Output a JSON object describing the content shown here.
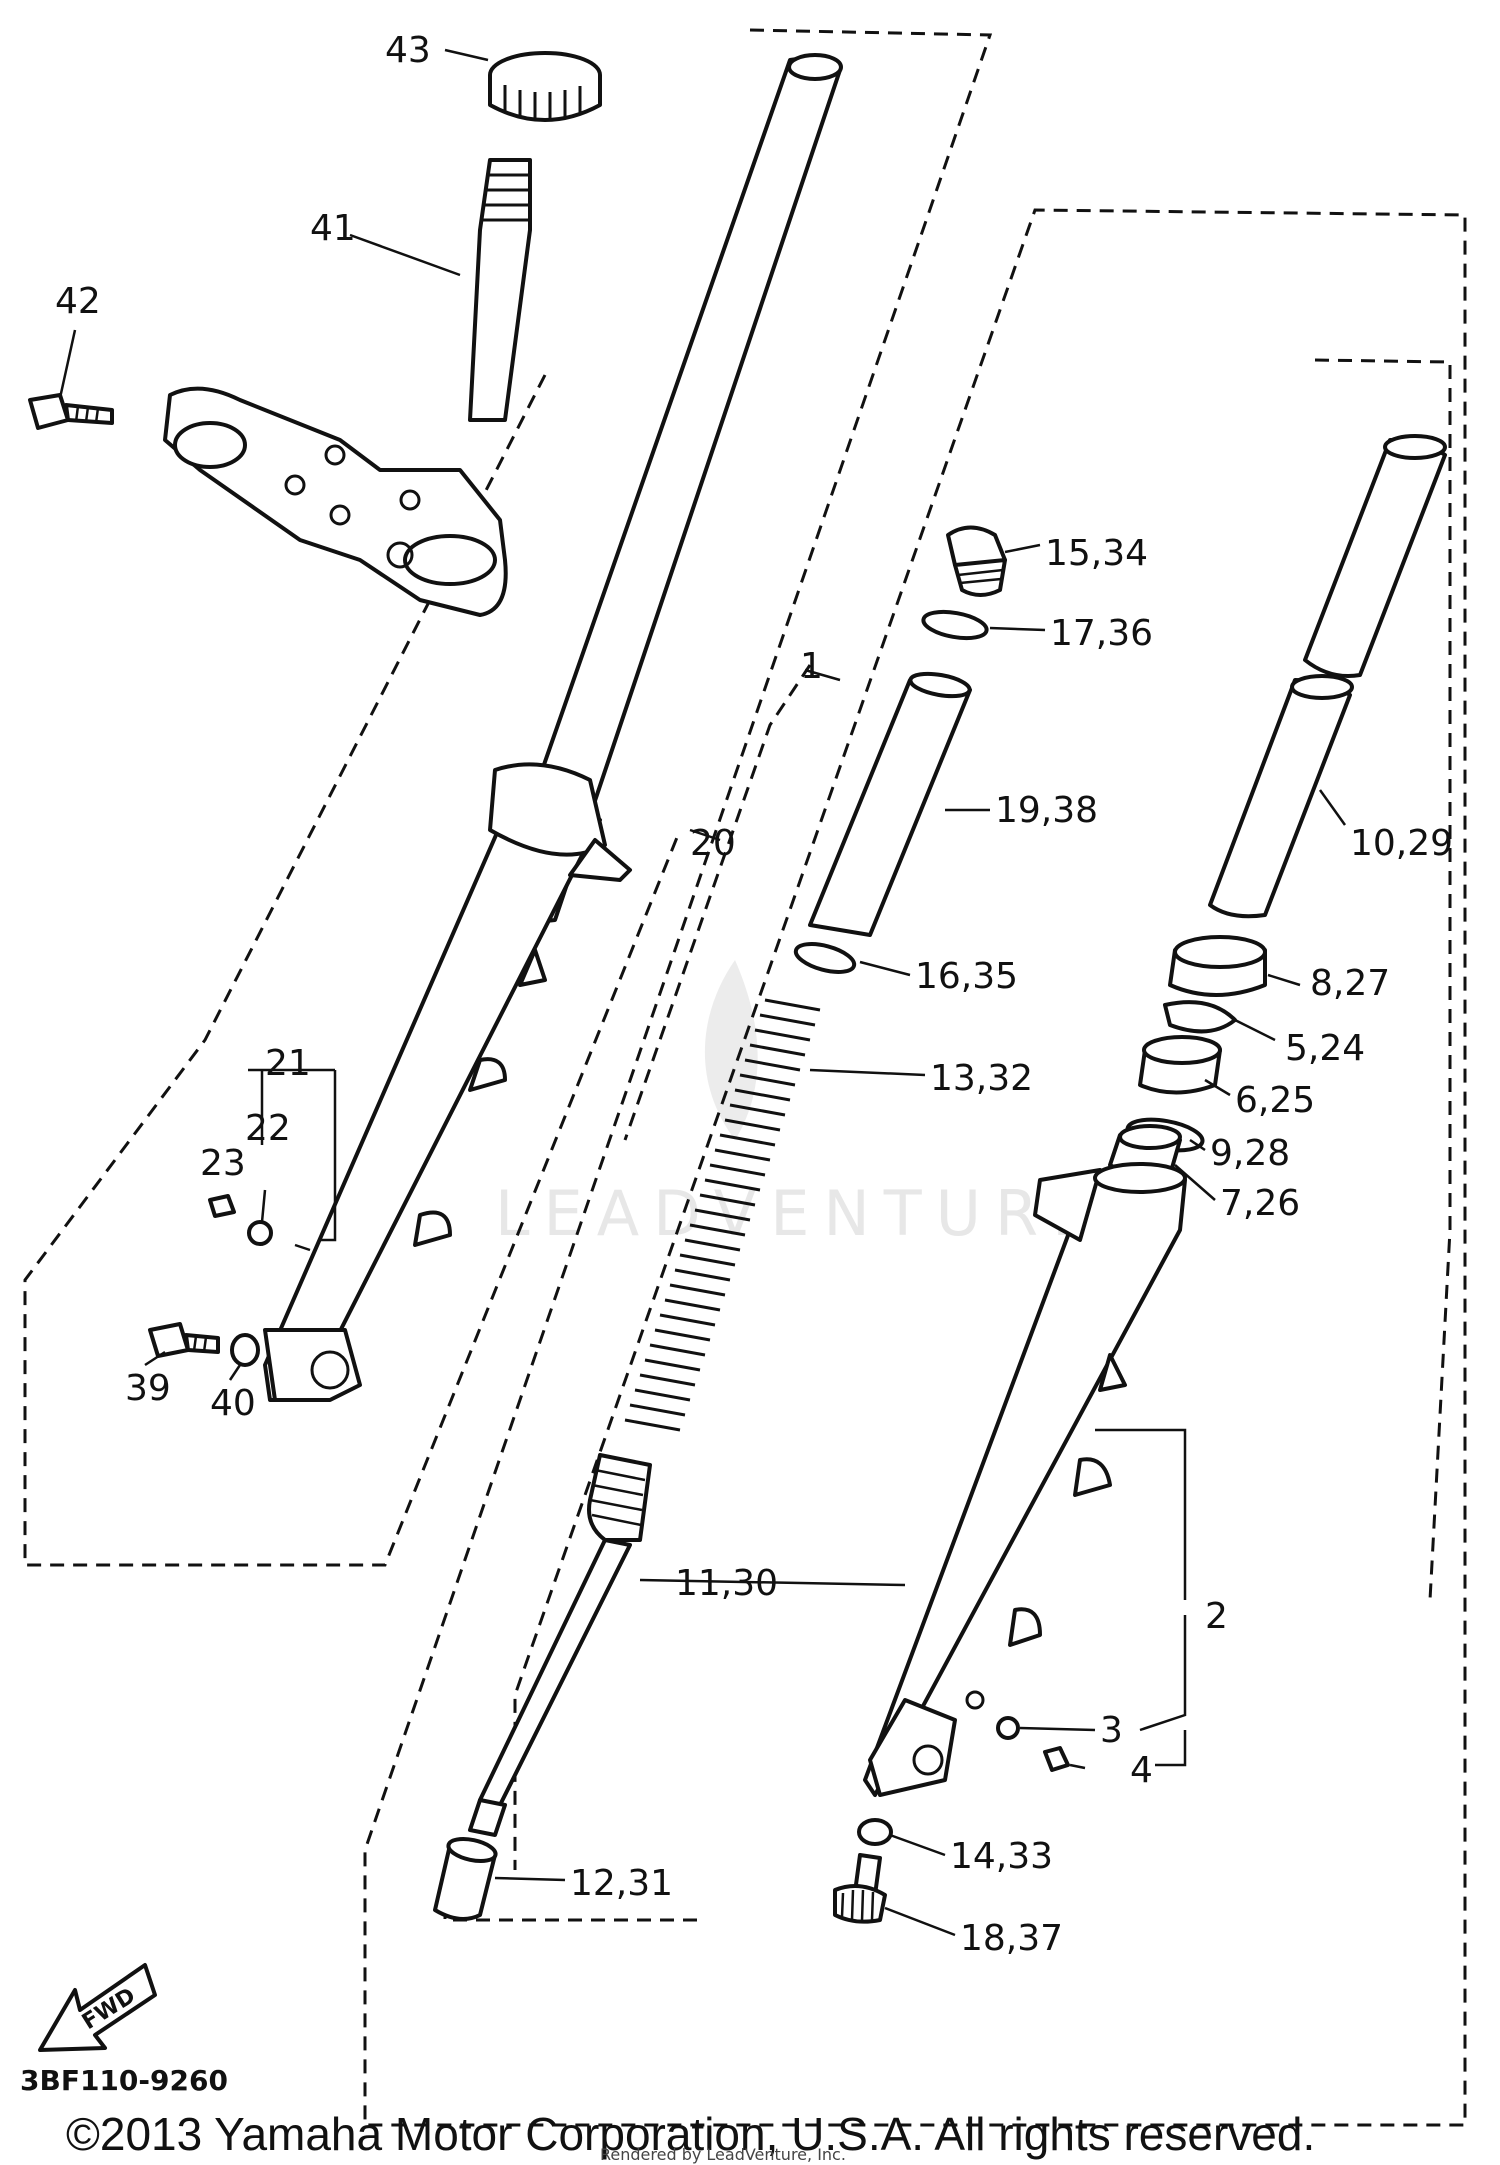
{
  "labels": {
    "p1": "1",
    "p2": "2",
    "p3": "3",
    "p4": "4",
    "p5_24": "5,24",
    "p6_25": "6,25",
    "p7_26": "7,26",
    "p8_27": "8,27",
    "p9_28": "9,28",
    "p10_29": "10,29",
    "p11_30": "11,30",
    "p12_31": "12,31",
    "p13_32": "13,32",
    "p14_33": "14,33",
    "p15_34": "15,34",
    "p16_35": "16,35",
    "p17_36": "17,36",
    "p18_37": "18,37",
    "p19_38": "19,38",
    "p20": "20",
    "p21": "21",
    "p22": "22",
    "p23": "23",
    "p39": "39",
    "p40": "40",
    "p41": "41",
    "p42": "42",
    "p43": "43"
  },
  "fwd_label": "FWD",
  "diagram_code": "3BF110-9260",
  "watermark": "LEADVENTURE",
  "copyright": "©2013 Yamaha Motor Corporation, U.S.A. All rights reserved.",
  "rendered_by": "Rendered by LeadVenture, Inc."
}
